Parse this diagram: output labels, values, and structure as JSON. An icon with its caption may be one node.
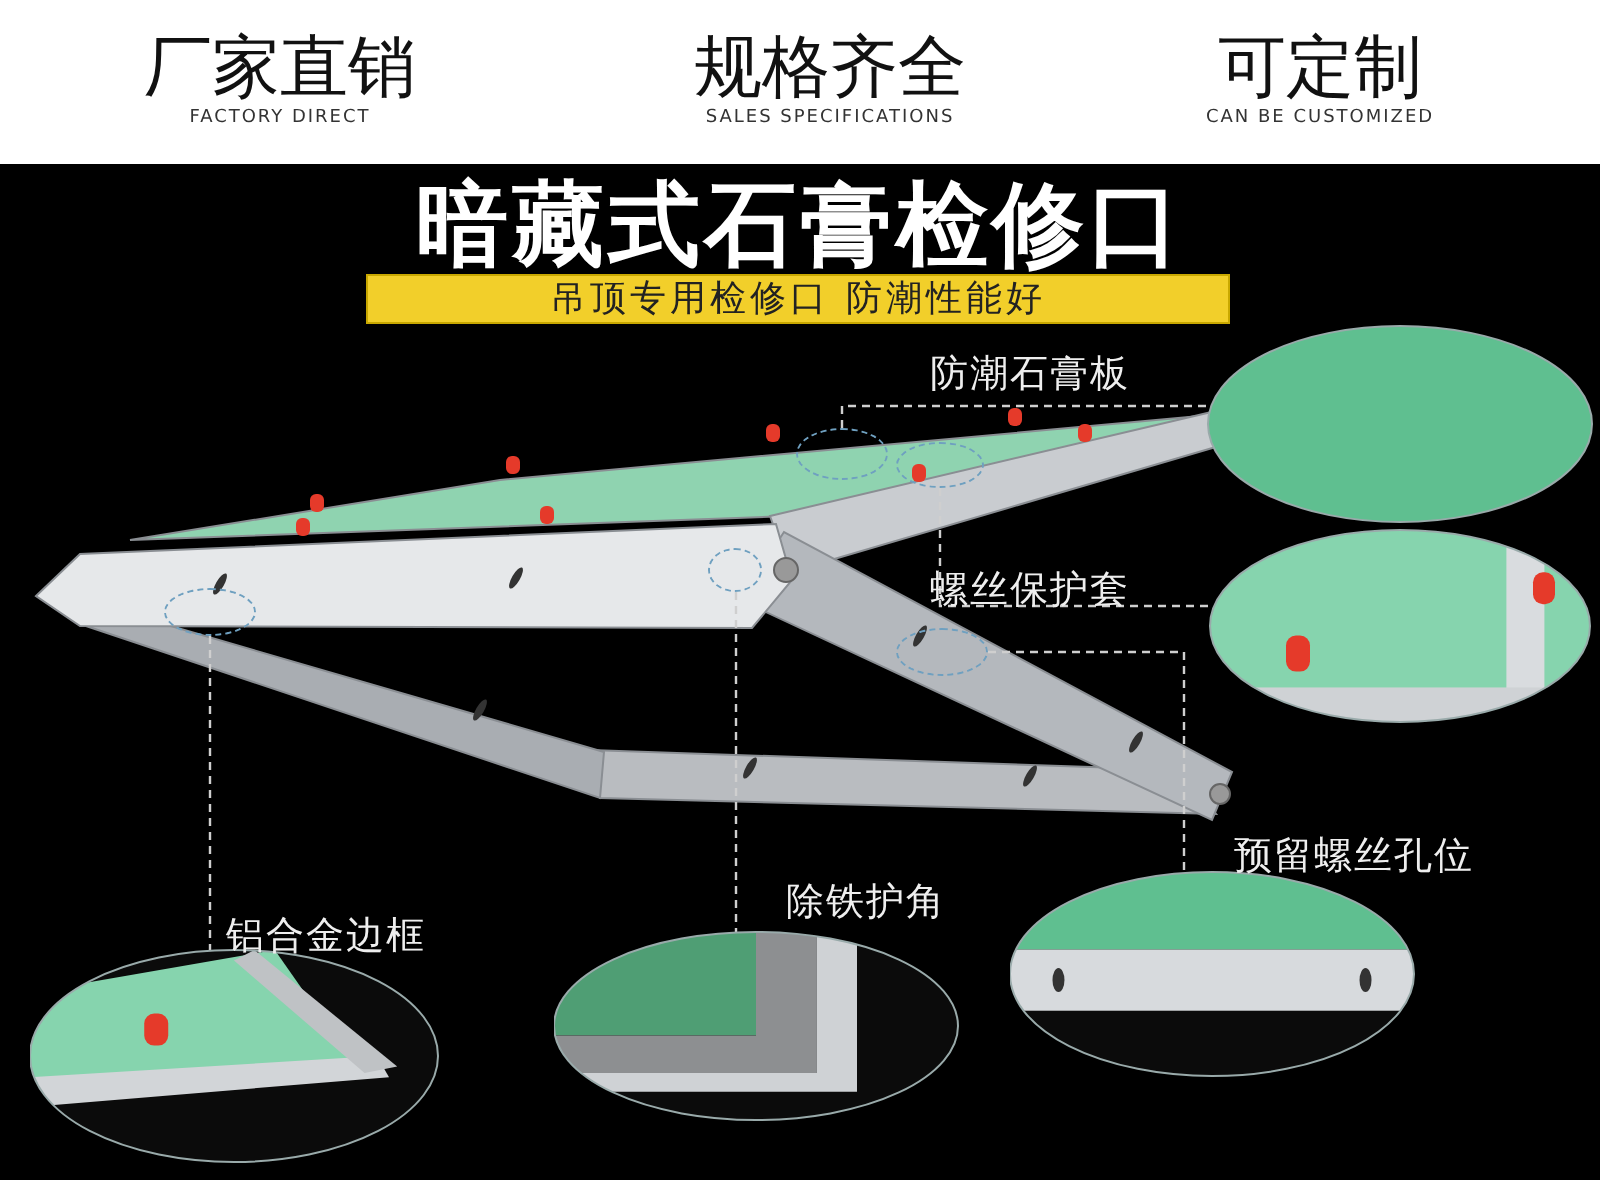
{
  "diagram": {
    "title": "暗藏式石膏检修口",
    "nodes": [
      {
        "text": [
          "吊顶专用检修口 防潮性能好"
        ]
      },
      {
        "text": [
          "防潮石膏板"
        ]
      },
      {
        "text": [
          "螺丝保护套"
        ]
      },
      {
        "text": [
          "预留螺丝孔位"
        ]
      },
      {
        "text": [
          "除铁护角"
        ]
      },
      {
        "text": [
          "铝合金边框"
        ]
      },
      {
        "text": [],
        "shape": "circle"
      },
      {
        "text": [],
        "shape": "circle"
      },
      {
        "text": [],
        "shape": "circle"
      },
      {
        "text": [],
        "shape": "circle"
      },
      {
        "text": [],
        "shape": "circle"
      }
    ],
    "edges": [
      {
        "from": 6,
        "to": 1,
        "arrow": "none",
        "style": "dashed"
      },
      {
        "from": 7,
        "to": 2,
        "arrow": "none",
        "style": "dashed"
      },
      {
        "from": 8,
        "to": 3,
        "arrow": "none",
        "style": "dashed"
      },
      {
        "from": 9,
        "to": 4,
        "arrow": "none",
        "style": "dashed"
      },
      {
        "from": 10,
        "to": 5,
        "arrow": "none",
        "style": "dashed"
      }
    ],
    "labels": [
      "厂家直销",
      "FACTORY DIRECT",
      "规格齐全",
      "SALES SPECIFICATIONS",
      "可定制",
      "CAN BE CUSTOMIZED"
    ]
  }
}
